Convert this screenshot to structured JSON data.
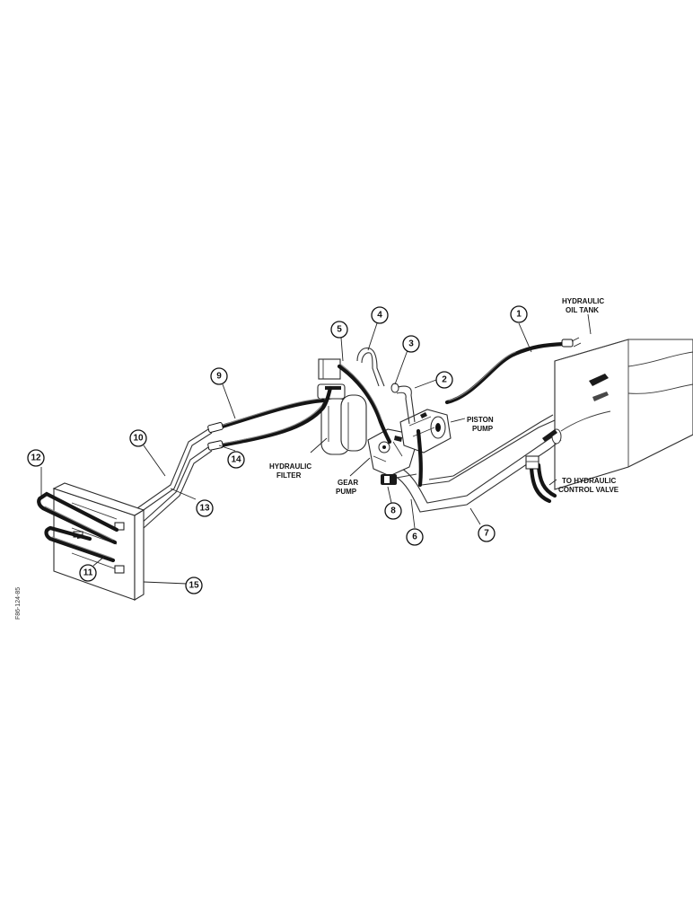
{
  "labels": {
    "hydraulic_oil_tank": [
      "HYDRAULIC",
      "OIL TANK"
    ],
    "piston_pump": [
      "PISTON",
      "PUMP"
    ],
    "hydraulic_filter": [
      "HYDRAULIC",
      "FILTER"
    ],
    "gear_pump": [
      "GEAR",
      "PUMP"
    ],
    "to_control_valve": [
      "TO HYDRAULIC",
      "CONTROL VALVE"
    ]
  },
  "callouts": [
    "1",
    "2",
    "3",
    "4",
    "5",
    "6",
    "7",
    "8",
    "9",
    "10",
    "11",
    "12",
    "13",
    "14",
    "15"
  ],
  "figure_code": "F86-124-85",
  "colors": {
    "ink": "#111111",
    "paper": "#ffffff"
  }
}
